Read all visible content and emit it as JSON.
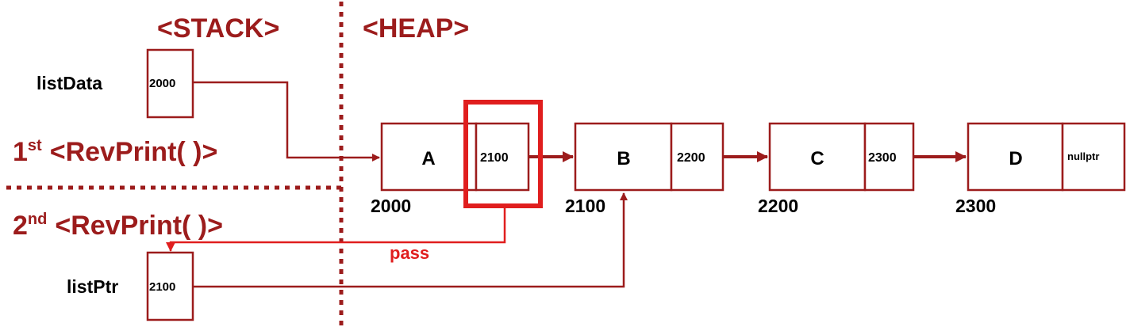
{
  "headers": {
    "stack": "<STACK>",
    "heap": "<HEAP>"
  },
  "frames": {
    "first": {
      "ordinal": "1",
      "suffix": "st",
      "label": "<RevPrint( )>"
    },
    "second": {
      "ordinal": "2",
      "suffix": "nd",
      "label": "<RevPrint( )>"
    }
  },
  "stack_vars": {
    "listData": {
      "name": "listData",
      "value": "2000"
    },
    "listPtr": {
      "name": "listPtr",
      "value": "2100"
    }
  },
  "nodes": [
    {
      "info": "A",
      "next": "2100",
      "address": "2000"
    },
    {
      "info": "B",
      "next": "2200",
      "address": "2100"
    },
    {
      "info": "C",
      "next": "2300",
      "address": "2200"
    },
    {
      "info": "D",
      "next": "nullptr",
      "address": "2300"
    }
  ],
  "pass_label": "pass",
  "colors": {
    "dark_red": "#9c1c1c",
    "highlight_red": "#e01e1e"
  }
}
